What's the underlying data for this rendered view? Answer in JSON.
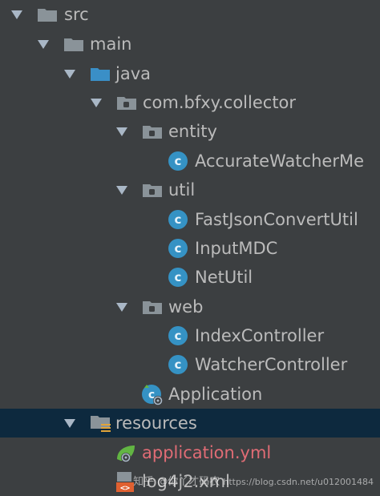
{
  "tree": {
    "src": "src",
    "main": "main",
    "java": "java",
    "package": "com.bfxy.collector",
    "entity": "entity",
    "accurate_watcher": "AccurateWatcherMe",
    "util": "util",
    "fast_json": "FastJsonConvertUtil",
    "input_mdc": "InputMDC",
    "net_util": "NetUtil",
    "web": "web",
    "index_controller": "IndexController",
    "watcher_controller": "WatcherController",
    "application": "Application",
    "resources": "resources",
    "application_yml": "application.yml",
    "log4j2": "log4j2.xml",
    "class_badge": "c"
  },
  "watermark": "知乎 @你丫才码农",
  "watermark_url": "https://blog.csdn.net/u012001484",
  "colors": {
    "background": "#3c3f41",
    "selection": "#0d293e",
    "class_icon": "#3592c4",
    "red_file": "#e06c75"
  }
}
